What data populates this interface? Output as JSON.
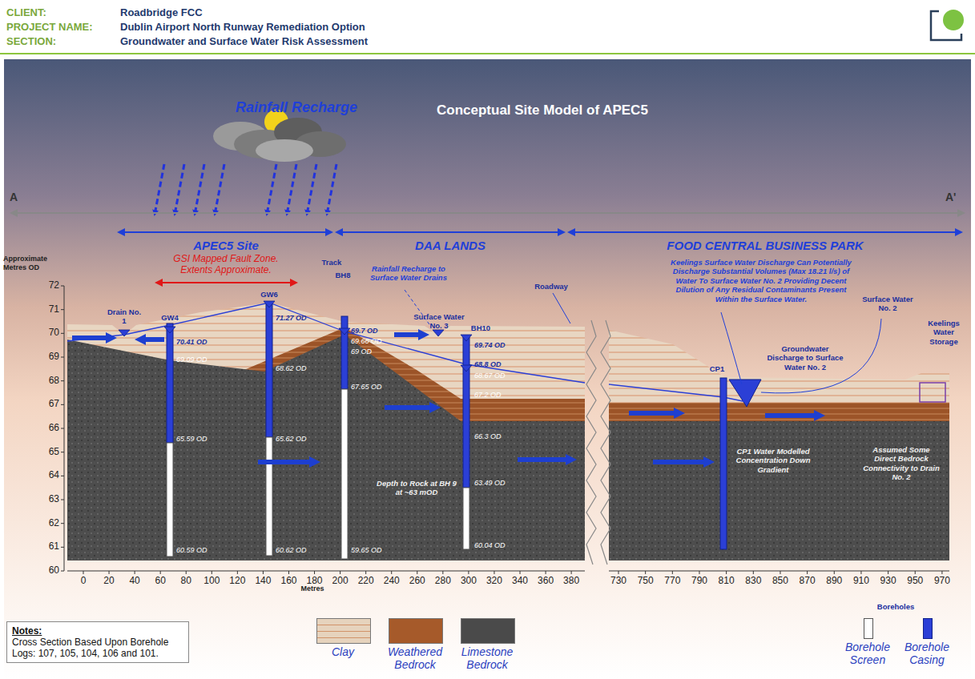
{
  "diagram": {
    "title": "Conceptual Site Model of APEC5",
    "nodes": [
      {
        "text": [
          "Notes:",
          "Cross Section Based Upon Borehole Logs: 107, 105, 104, 106 and 101."
        ]
      }
    ],
    "labels": [
      "CLIENT:",
      "Roadbridge FCC",
      "PROJECT NAME:",
      "Dublin Airport North Runway Remediation Option",
      "SECTION:",
      "Groundwater and Surface Water Risk Assessment",
      "Rainfall Recharge",
      "A",
      "A'",
      "APEC5 Site",
      "DAA LANDS",
      "FOOD CENTRAL BUSINESS PARK",
      "GSI Mapped Fault Zone. Extents Approximate.",
      "Approximate Metres OD",
      "Drain No. 1",
      "GW4",
      "GW6",
      "Track",
      "BH8",
      "Rainfall Recharge to Surface Water Drains",
      "Surface Water No. 3",
      "BH10",
      "Roadway",
      "Keelings Surface Water Discharge Can Potentially Discharge Substantial Volumes (Max 18.21 l/s) of Water To Surface Water No. 2 Providing Decent Dilution of Any Residual Contaminants Present Within the Surface Water.",
      "Surface Water No. 2",
      "Keelings Water Storage",
      "Groundwater Discharge to Surface Water No. 2",
      "CP1",
      "CP1 Water Modelled Concentration Down Gradient",
      "Assumed Some Direct Bedrock Connectivity to Drain No. 2",
      "Depth to Rock at BH 9 at ~63 mOD",
      "Metres",
      "Boreholes",
      "70.41 OD",
      "69.09 OD",
      "65.59 OD",
      "60.59 OD",
      "71.27 OD",
      "68.62 OD",
      "65.62 OD",
      "60.62 OD",
      "69.7 OD",
      "69.66 OD",
      "69 OD",
      "67.65 OD",
      "59.65 OD",
      "69.74 OD",
      "68.8 OD",
      "68.67 OD",
      "67.2 OD",
      "66.3 OD",
      "63.49 OD",
      "60.04 OD",
      "72",
      "71",
      "70",
      "69",
      "68",
      "67",
      "66",
      "65",
      "64",
      "63",
      "62",
      "61",
      "60",
      "0",
      "20",
      "40",
      "60",
      "80",
      "100",
      "120",
      "140",
      "160",
      "180",
      "200",
      "220",
      "240",
      "260",
      "280",
      "300",
      "320",
      "340",
      "360",
      "380",
      "730",
      "750",
      "770",
      "790",
      "810",
      "830",
      "850",
      "870",
      "890",
      "910",
      "930",
      "950",
      "970"
    ],
    "legend": [
      {
        "text": "Clay",
        "color": "#e6d3bd"
      },
      {
        "text": "Weathered Bedrock",
        "color": "#a65a2a"
      },
      {
        "text": "Limestone Bedrock",
        "color": "#4a4a4a"
      },
      {
        "text": "Borehole Screen"
      },
      {
        "text": "Borehole Casing"
      }
    ]
  }
}
